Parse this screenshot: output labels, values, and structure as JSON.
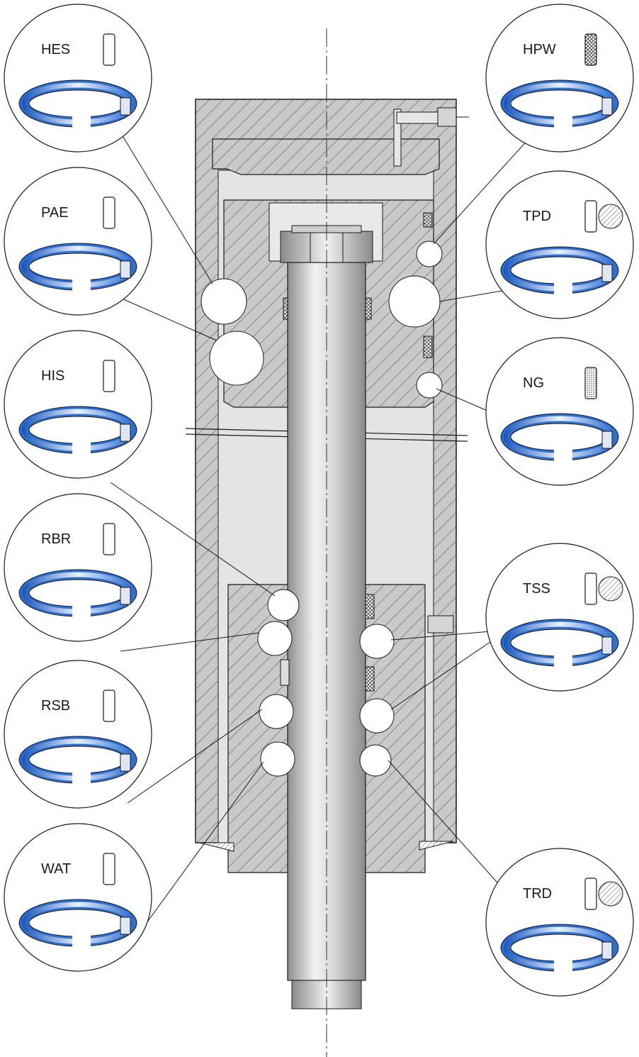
{
  "diagram": {
    "seals": [
      {
        "code": "HES",
        "side": "left"
      },
      {
        "code": "PAE",
        "side": "left"
      },
      {
        "code": "HIS",
        "side": "left"
      },
      {
        "code": "RBR",
        "side": "left"
      },
      {
        "code": "RSB",
        "side": "left"
      },
      {
        "code": "WAT",
        "side": "left"
      },
      {
        "code": "HPW",
        "side": "right"
      },
      {
        "code": "TPD",
        "side": "right"
      },
      {
        "code": "NG",
        "side": "right"
      },
      {
        "code": "TSS",
        "side": "right"
      },
      {
        "code": "TRD",
        "side": "right"
      }
    ],
    "colors": {
      "ring_blue": "#2f6fd0",
      "ring_light": "#e8f0fb",
      "body_gray": "#c8c8c8",
      "bore_gray": "#e6e6e6",
      "rod_steel": "#bdbdbd",
      "outline": "#1a1a1a"
    }
  }
}
